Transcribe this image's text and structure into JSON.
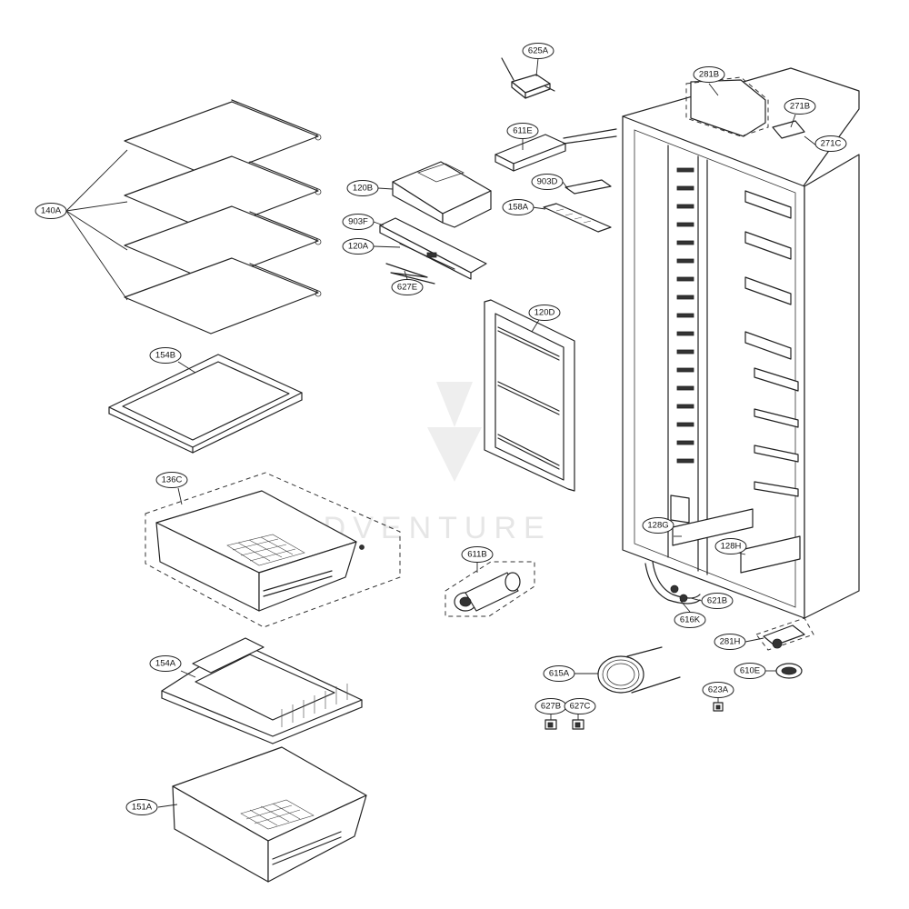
{
  "diagram": {
    "callouts": [
      {
        "id": "140A",
        "text": "140A"
      },
      {
        "id": "154B",
        "text": "154B"
      },
      {
        "id": "136C",
        "text": "136C"
      },
      {
        "id": "154A",
        "text": "154A"
      },
      {
        "id": "151A",
        "text": "151A"
      },
      {
        "id": "625A",
        "text": "625A"
      },
      {
        "id": "611E",
        "text": "611E"
      },
      {
        "id": "120B",
        "text": "120B"
      },
      {
        "id": "903F",
        "text": "903F"
      },
      {
        "id": "120A",
        "text": "120A"
      },
      {
        "id": "627E",
        "text": "627E"
      },
      {
        "id": "903D",
        "text": "903D"
      },
      {
        "id": "158A",
        "text": "158A"
      },
      {
        "id": "120D",
        "text": "120D"
      },
      {
        "id": "611B",
        "text": "611B"
      },
      {
        "id": "281B",
        "text": "281B"
      },
      {
        "id": "271B",
        "text": "271B"
      },
      {
        "id": "271C",
        "text": "271C"
      },
      {
        "id": "128G",
        "text": "128G"
      },
      {
        "id": "128H",
        "text": "128H"
      },
      {
        "id": "621B",
        "text": "621B"
      },
      {
        "id": "616K",
        "text": "616K"
      },
      {
        "id": "281H",
        "text": "281H"
      },
      {
        "id": "615A",
        "text": "615A"
      },
      {
        "id": "610E",
        "text": "610E"
      },
      {
        "id": "623A",
        "text": "623A"
      },
      {
        "id": "627B",
        "text": "627B"
      },
      {
        "id": "627C",
        "text": "627C"
      }
    ],
    "watermark": "ADVENTURE"
  }
}
